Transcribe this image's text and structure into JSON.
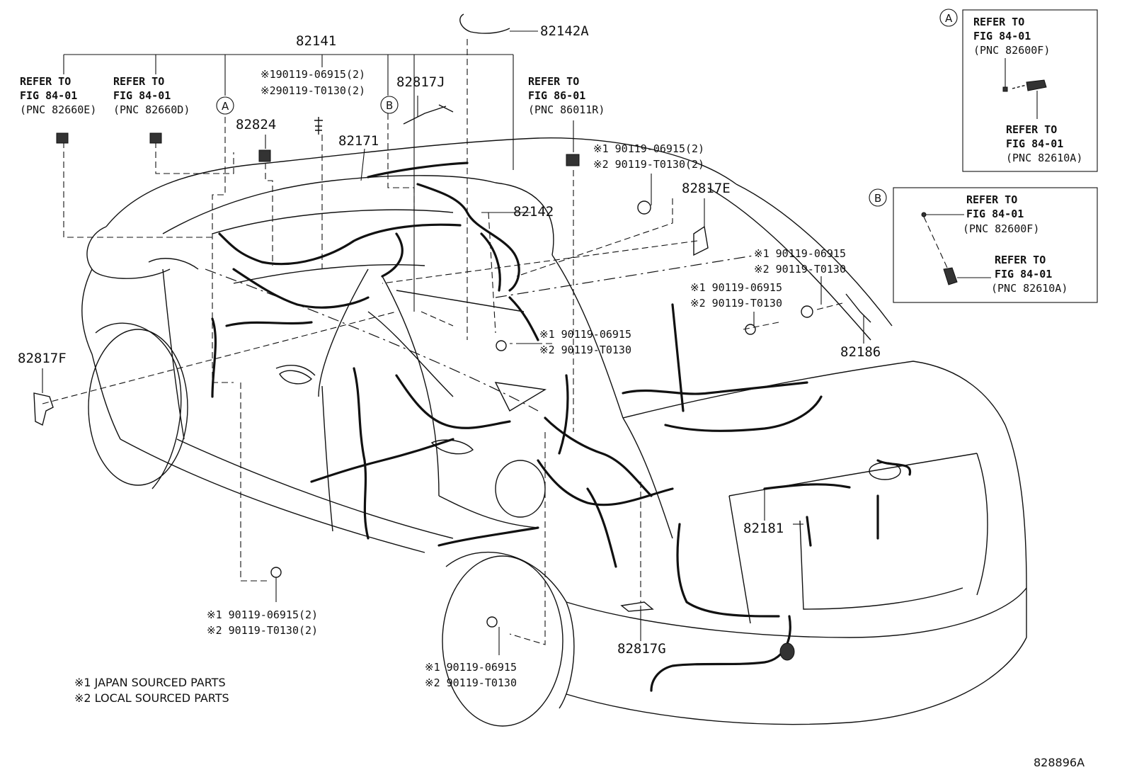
{
  "parts": {
    "p82141": "82141",
    "p82142A": "82142A",
    "p82142": "82142",
    "p82817J": "82817J",
    "p82171": "82171",
    "p82824": "82824",
    "p82817E": "82817E",
    "p82817F": "82817F",
    "p82186": "82186",
    "p82181": "82181",
    "p82817G": "82817G"
  },
  "refs": {
    "r1": {
      "l1": "REFER TO",
      "l2": "FIG 84-01",
      "l3": "(PNC 82660E)"
    },
    "r2": {
      "l1": "REFER TO",
      "l2": "FIG 84-01",
      "l3": "(PNC 82660D)"
    },
    "r3": {
      "l1": "REFER TO",
      "l2": "FIG 86-01",
      "l3": "(PNC 86011R)"
    }
  },
  "notes": {
    "top_center": {
      "a": "※190119-06915(2)",
      "b": "※290119-T0130(2)"
    },
    "top_right": {
      "a": "※1 90119-06915(2)",
      "b": "※2 90119-T0130(2)"
    },
    "mid_right_1": {
      "a": "※1 90119-06915",
      "b": "※2 90119-T0130"
    },
    "mid_right_2": {
      "a": "※1 90119-06915",
      "b": "※2 90119-T0130"
    },
    "center": {
      "a": "※1  90119-06915",
      "b": "※2  90119-T0130"
    },
    "bottom_left": {
      "a": "※1  90119-06915(2)",
      "b": "※2  90119-T0130(2)"
    },
    "bottom_center": {
      "a": "※1  90119-06915",
      "b": "※2  90119-T0130"
    }
  },
  "markers": {
    "a": "A",
    "b": "B"
  },
  "inset_a": {
    "marker": "A",
    "top": {
      "l1": "REFER TO",
      "l2": "FIG 84-01",
      "l3": "(PNC 82600F)"
    },
    "bottom": {
      "l1": "REFER TO",
      "l2": "FIG 84-01",
      "l3": "(PNC 82610A)"
    }
  },
  "inset_b": {
    "marker": "B",
    "top": {
      "l1": "REFER TO",
      "l2": "FIG 84-01",
      "l3": "(PNC 82600F)"
    },
    "bottom": {
      "l1": "REFER TO",
      "l2": "FIG 84-01",
      "l3": "(PNC 82610A)"
    }
  },
  "legend": {
    "l1": "※1 JAPAN SOURCED PARTS",
    "l2": "※2 LOCAL SOURCED PARTS"
  },
  "figure_id": "828896A"
}
